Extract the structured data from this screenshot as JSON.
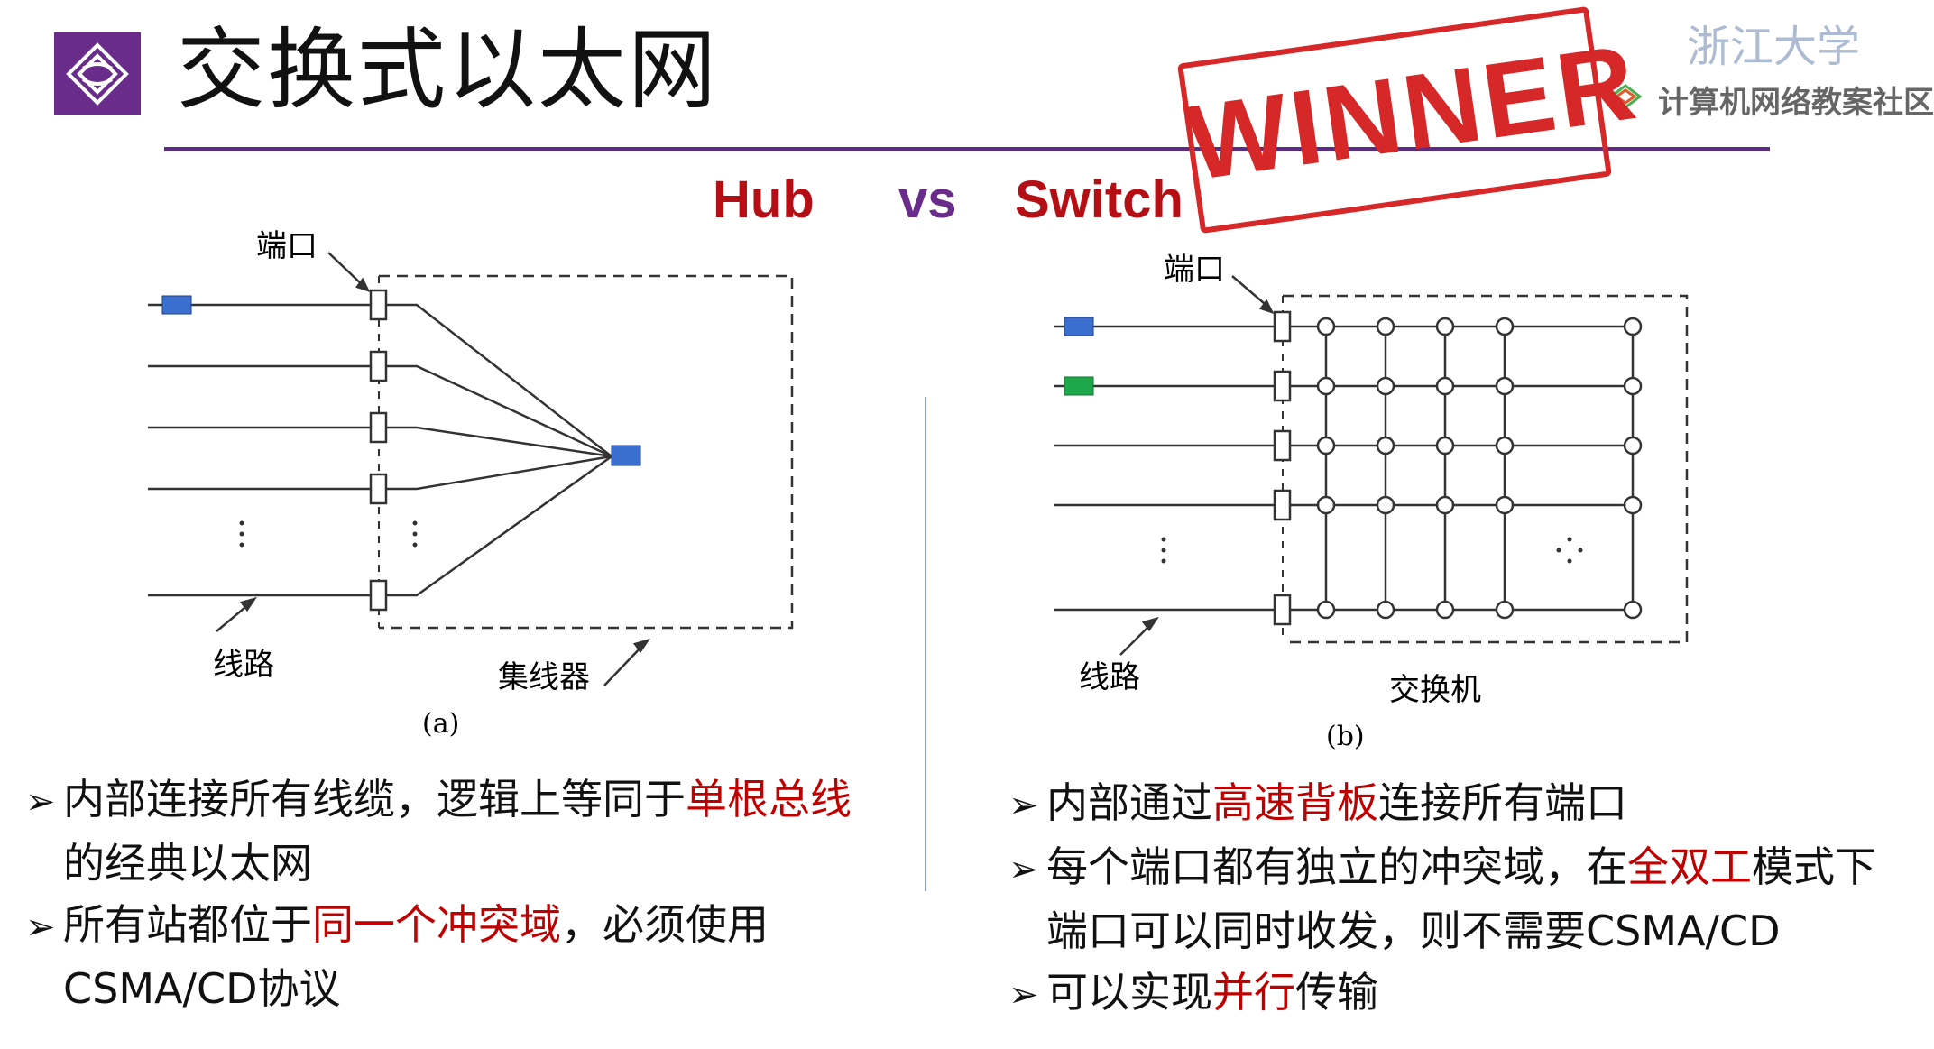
{
  "slide": {
    "title": "交换式以太网",
    "university": "浙江大学",
    "community": "计算机网络教案社区",
    "stamp": "WINNER"
  },
  "headline": {
    "hub": "Hub",
    "vs": "vs",
    "switch": "Switch"
  },
  "figure_a": {
    "port_label": "端口",
    "line_label": "线路",
    "device_label": "集线器",
    "caption": "(a)"
  },
  "figure_b": {
    "port_label": "端口",
    "line_label": "线路",
    "device_label": "交换机",
    "caption": "(b)"
  },
  "left_bullets": {
    "b1_pre": "内部连接所有线缆，逻辑上等同于",
    "b1_red": "单根总线",
    "b1_cont": "的经典以太网",
    "b2_pre": "所有站都位于",
    "b2_red": "同一个冲突域",
    "b2_post": "，必须使用",
    "b2_cont": "CSMA/CD协议"
  },
  "right_bullets": {
    "b1_pre": "内部通过",
    "b1_red": "高速背板",
    "b1_post": "连接所有端口",
    "b2_pre": "每个端口都有独立的冲突域，在",
    "b2_red": "全双工",
    "b2_post": "模式下",
    "b2_cont": "端口可以同时收发，则不需要CSMA/CD",
    "b3_pre": "可以实现",
    "b3_red": "并行",
    "b3_post": "传输"
  },
  "colors": {
    "accent_purple": "#6a2c8a",
    "emphasis_red": "#c00000",
    "station_blue": "#3a6fd0",
    "station_green": "#1fa84b"
  }
}
